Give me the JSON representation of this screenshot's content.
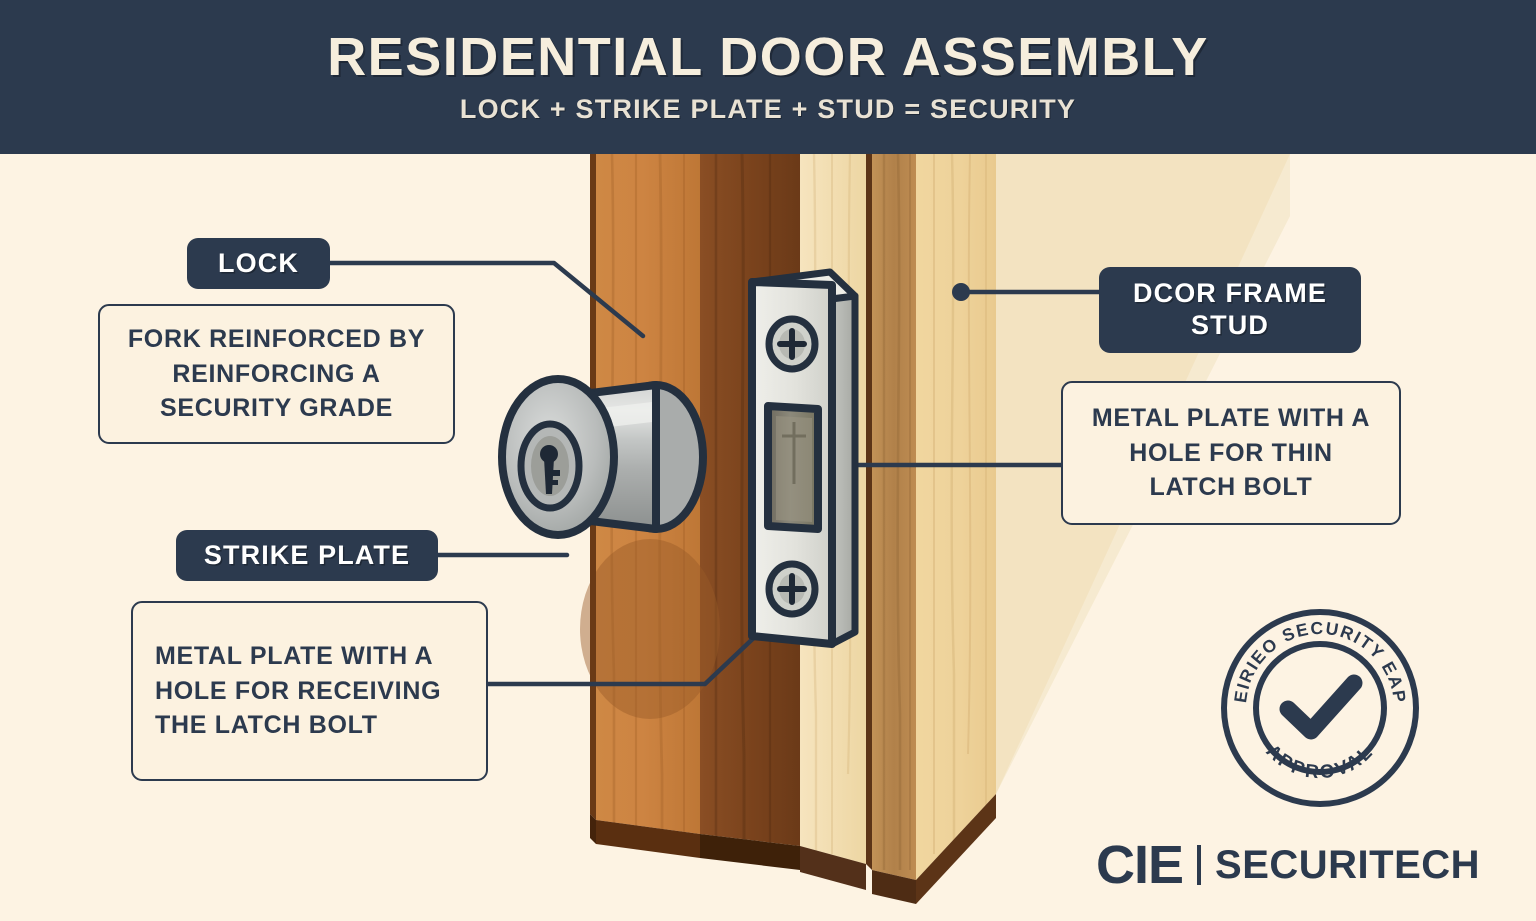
{
  "header": {
    "title": "RESIDENTIAL DOOR ASSEMBLY",
    "subtitle": "LOCK + STRIKE PLATE + STUD = SECURITY"
  },
  "colors": {
    "navy": "#2C3A4E",
    "cream": "#FDF3E3",
    "note_fill": "#FCF2E0",
    "door_wood": "#C8813F",
    "door_edge_dark": "#7A4420",
    "frame_light": "#F1DCAE",
    "frame_mid": "#B98B4E",
    "frame_pale": "#EFD8A8",
    "metal_light": "#E2E2DE",
    "metal_mid": "#A8AAA8",
    "metal_dark": "#8E9190"
  },
  "callouts": [
    {
      "id": "lock",
      "badge": "LOCK",
      "body": "FORK REINFORCED BY REINFORCING A SECURITY GRADE",
      "align": "center"
    },
    {
      "id": "strike-plate",
      "badge": "STRIKE PLATE",
      "body": "METAL PLATE WITH A HOLE FOR RECEIVING THE LATCH BOLT",
      "align": "left"
    },
    {
      "id": "door-frame-stud",
      "badge": "DCOR FRAME STUD",
      "body": "METAL PLATE WITH A HOLE FOR THIN LATCH BOLT",
      "align": "center"
    }
  ],
  "seal": {
    "arc_top": "CLREIRIEO SECURITY EAPERT",
    "arc_bottom": "APPROVAL",
    "mark": "check-icon"
  },
  "logo": {
    "mark": "CIE",
    "divider": "|",
    "name": "SECURITECH"
  },
  "illustration": {
    "parts": [
      "door-panel",
      "door-edge",
      "door-frame-jamb",
      "frame-stud",
      "lock-cylinder",
      "keyhole",
      "strike-plate",
      "strike-plate-screw-top",
      "strike-plate-screw-bottom",
      "latch-bolt-hole"
    ]
  }
}
